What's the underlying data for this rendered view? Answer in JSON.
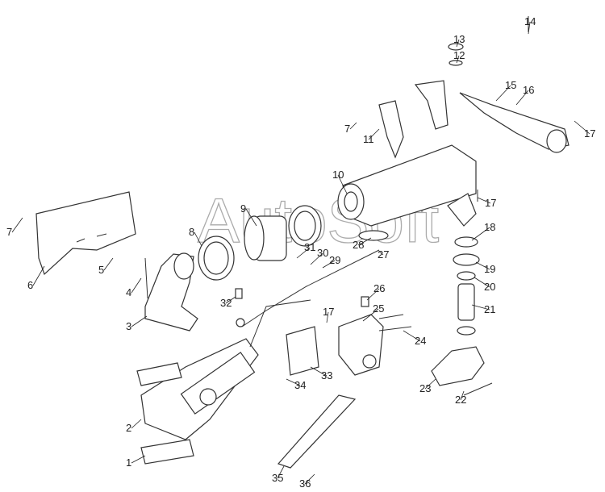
{
  "diagram": {
    "watermark": "AutoSoft",
    "part_labels": [
      "14",
      "13",
      "12",
      "15",
      "16",
      "17",
      "7",
      "11",
      "10",
      "9",
      "17",
      "8",
      "18",
      "7",
      "31",
      "30",
      "29",
      "28",
      "27",
      "5",
      "19",
      "6",
      "4",
      "20",
      "26",
      "32",
      "25",
      "21",
      "17",
      "3",
      "24",
      "33",
      "34",
      "23",
      "22",
      "2",
      "1",
      "35",
      "36"
    ]
  }
}
